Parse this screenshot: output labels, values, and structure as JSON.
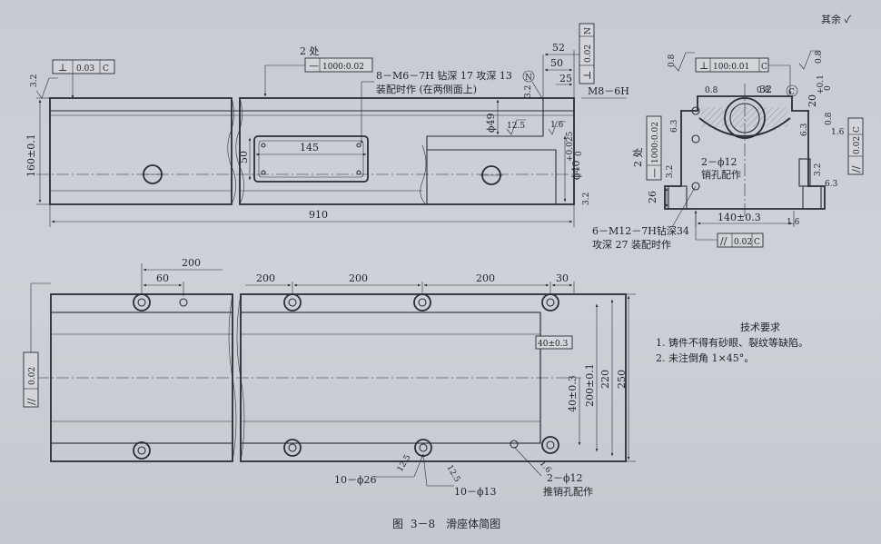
{
  "caption": "图 3－8　滑座体简图",
  "other_roughness": "其余",
  "tech_requirements": {
    "title": "技术要求",
    "items": [
      "1. 铸件不得有砂眼、裂纹等缺陷。",
      "2. 未注倒角 1×45°。"
    ]
  },
  "front_view": {
    "flatness_symbol": "⊥",
    "flatness_value": "0.03",
    "flatness_datum": "C",
    "rough_top": "3.2",
    "rough_side": "3.2",
    "height_dim": "160±0.1",
    "length_dim": "910",
    "note_2place": "2 处",
    "straightness_symbol": "—",
    "straightness_value": "1000:0.02",
    "thread_note_1": "8－M6－7H 钻深 17 攻深 13",
    "thread_note_2": "装配时作 (在两侧面上)",
    "slot_len": "145",
    "slot_h": "50",
    "dia49": "ϕ49",
    "dia40": "ϕ40",
    "dia40_tol": "+0.025",
    "dia40_tol2": "0",
    "rough_125": "12.5",
    "rough_16": "1.6",
    "dim52": "52",
    "dim50": "50",
    "dim25": "25",
    "perp_symbol": "⊥",
    "perp_value": "0.02",
    "perp_datum": "N",
    "datum_N": "N",
    "thread_m8": "M8－6H",
    "rough_32b": "3.2"
  },
  "side_view": {
    "perp_symbol": "⊥",
    "perp_value": "100:0.01",
    "perp_datum": "C",
    "rough_08a": "0.8",
    "rough_08b": "0.8",
    "rough_08c": "0.8",
    "rough_08d": "0.8",
    "rough_63a": "6.3",
    "rough_63b": "6.3",
    "rough_63c": "6.3",
    "rough_32a": "3.2",
    "rough_32b": "3.2",
    "rough_16a": "1.6",
    "rough_16b": "1.6",
    "dim32": "32",
    "datum_C": "C",
    "dim20": "20",
    "dim20_tol": "+0.1",
    "dim20_tol2": "0",
    "note_2place": "2 处",
    "straightness_symbol": "—",
    "straightness_value": "1000:0.02",
    "pin_note_1": "2－ϕ12",
    "pin_note_2": "销孔配作",
    "dim26": "26",
    "dim140": "140±0.3",
    "parallel_symbol": "//",
    "parallel_value": "0.02",
    "parallel_datum": "C",
    "right_parallel_value": "0.02",
    "right_parallel_datum": "C",
    "thread_note_1": "6－M12－7H钻深34",
    "thread_note_2": "攻深 27 装配时作"
  },
  "top_view": {
    "dim200a": "200",
    "dim60": "60",
    "dim200b": "200",
    "dim200c": "200",
    "dim200d": "200",
    "dim30": "30",
    "dim40a": "40±0.3",
    "dim40b": "40±0.3",
    "dim200e": "200±0.1",
    "dim220": "220",
    "dim250": "250",
    "parallel_symbol": "//",
    "parallel_value": "0.02",
    "holes_26": "10－ϕ26",
    "holes_13": "10－ϕ13",
    "rough_125a": "12.5",
    "rough_125b": "12.5",
    "rough_16": "1.6",
    "pin_note_1": "2－ϕ12",
    "pin_note_2": "推销孔配作"
  }
}
